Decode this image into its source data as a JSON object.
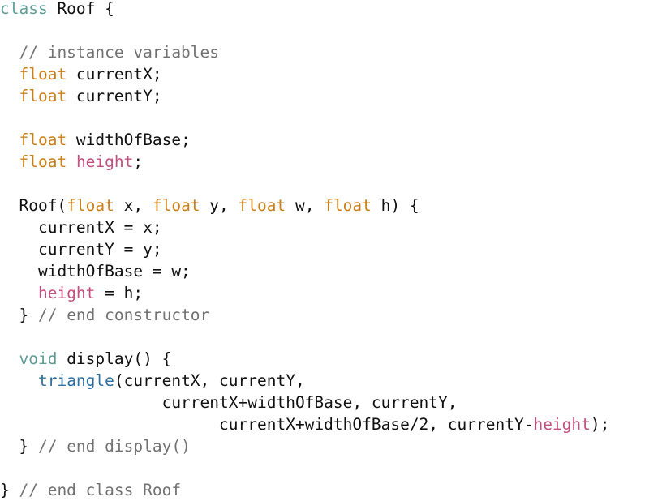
{
  "code": {
    "lines": [
      [
        {
          "t": "class",
          "c": "kw-class"
        },
        {
          "t": " Roof {",
          "c": "plain"
        }
      ],
      [],
      [
        {
          "t": "  // instance variables",
          "c": "cmt"
        }
      ],
      [
        {
          "t": "  ",
          "c": "plain"
        },
        {
          "t": "float",
          "c": "kw-type"
        },
        {
          "t": " currentX;",
          "c": "plain"
        }
      ],
      [
        {
          "t": "  ",
          "c": "plain"
        },
        {
          "t": "float",
          "c": "kw-type"
        },
        {
          "t": " currentY;",
          "c": "plain"
        }
      ],
      [],
      [
        {
          "t": "  ",
          "c": "plain"
        },
        {
          "t": "float",
          "c": "kw-type"
        },
        {
          "t": " widthOfBase;",
          "c": "plain"
        }
      ],
      [
        {
          "t": "  ",
          "c": "plain"
        },
        {
          "t": "float",
          "c": "kw-type"
        },
        {
          "t": " ",
          "c": "plain"
        },
        {
          "t": "height",
          "c": "field"
        },
        {
          "t": ";",
          "c": "plain"
        }
      ],
      [],
      [
        {
          "t": "  Roof(",
          "c": "plain"
        },
        {
          "t": "float",
          "c": "kw-type"
        },
        {
          "t": " x, ",
          "c": "plain"
        },
        {
          "t": "float",
          "c": "kw-type"
        },
        {
          "t": " y, ",
          "c": "plain"
        },
        {
          "t": "float",
          "c": "kw-type"
        },
        {
          "t": " w, ",
          "c": "plain"
        },
        {
          "t": "float",
          "c": "kw-type"
        },
        {
          "t": " h) {",
          "c": "plain"
        }
      ],
      [
        {
          "t": "    currentX = x;",
          "c": "plain"
        }
      ],
      [
        {
          "t": "    currentY = y;",
          "c": "plain"
        }
      ],
      [
        {
          "t": "    widthOfBase = w;",
          "c": "plain"
        }
      ],
      [
        {
          "t": "    ",
          "c": "plain"
        },
        {
          "t": "height",
          "c": "field"
        },
        {
          "t": " = h;",
          "c": "plain"
        }
      ],
      [
        {
          "t": "  } ",
          "c": "plain"
        },
        {
          "t": "// end constructor",
          "c": "cmt"
        }
      ],
      [],
      [
        {
          "t": "  ",
          "c": "plain"
        },
        {
          "t": "void",
          "c": "kw-void"
        },
        {
          "t": " display() {",
          "c": "plain"
        }
      ],
      [
        {
          "t": "    ",
          "c": "plain"
        },
        {
          "t": "triangle",
          "c": "fn"
        },
        {
          "t": "(currentX, currentY,",
          "c": "plain"
        }
      ],
      [
        {
          "t": "                 currentX+widthOfBase, currentY,",
          "c": "plain"
        }
      ],
      [
        {
          "t": "                       currentX+widthOfBase/2, currentY-",
          "c": "plain"
        },
        {
          "t": "height",
          "c": "field"
        },
        {
          "t": ");",
          "c": "plain"
        }
      ],
      [
        {
          "t": "  } ",
          "c": "plain"
        },
        {
          "t": "// end display()",
          "c": "cmt"
        }
      ],
      [],
      [
        {
          "t": "} ",
          "c": "plain"
        },
        {
          "t": "// end class Roof",
          "c": "cmt"
        }
      ]
    ]
  },
  "colors": {
    "keyword_class": "#5e9c96",
    "keyword_type": "#c9801a",
    "function": "#2f6f9e",
    "comment": "#727272",
    "field": "#c0507d",
    "text": "#111111",
    "background": "#ffffff"
  }
}
